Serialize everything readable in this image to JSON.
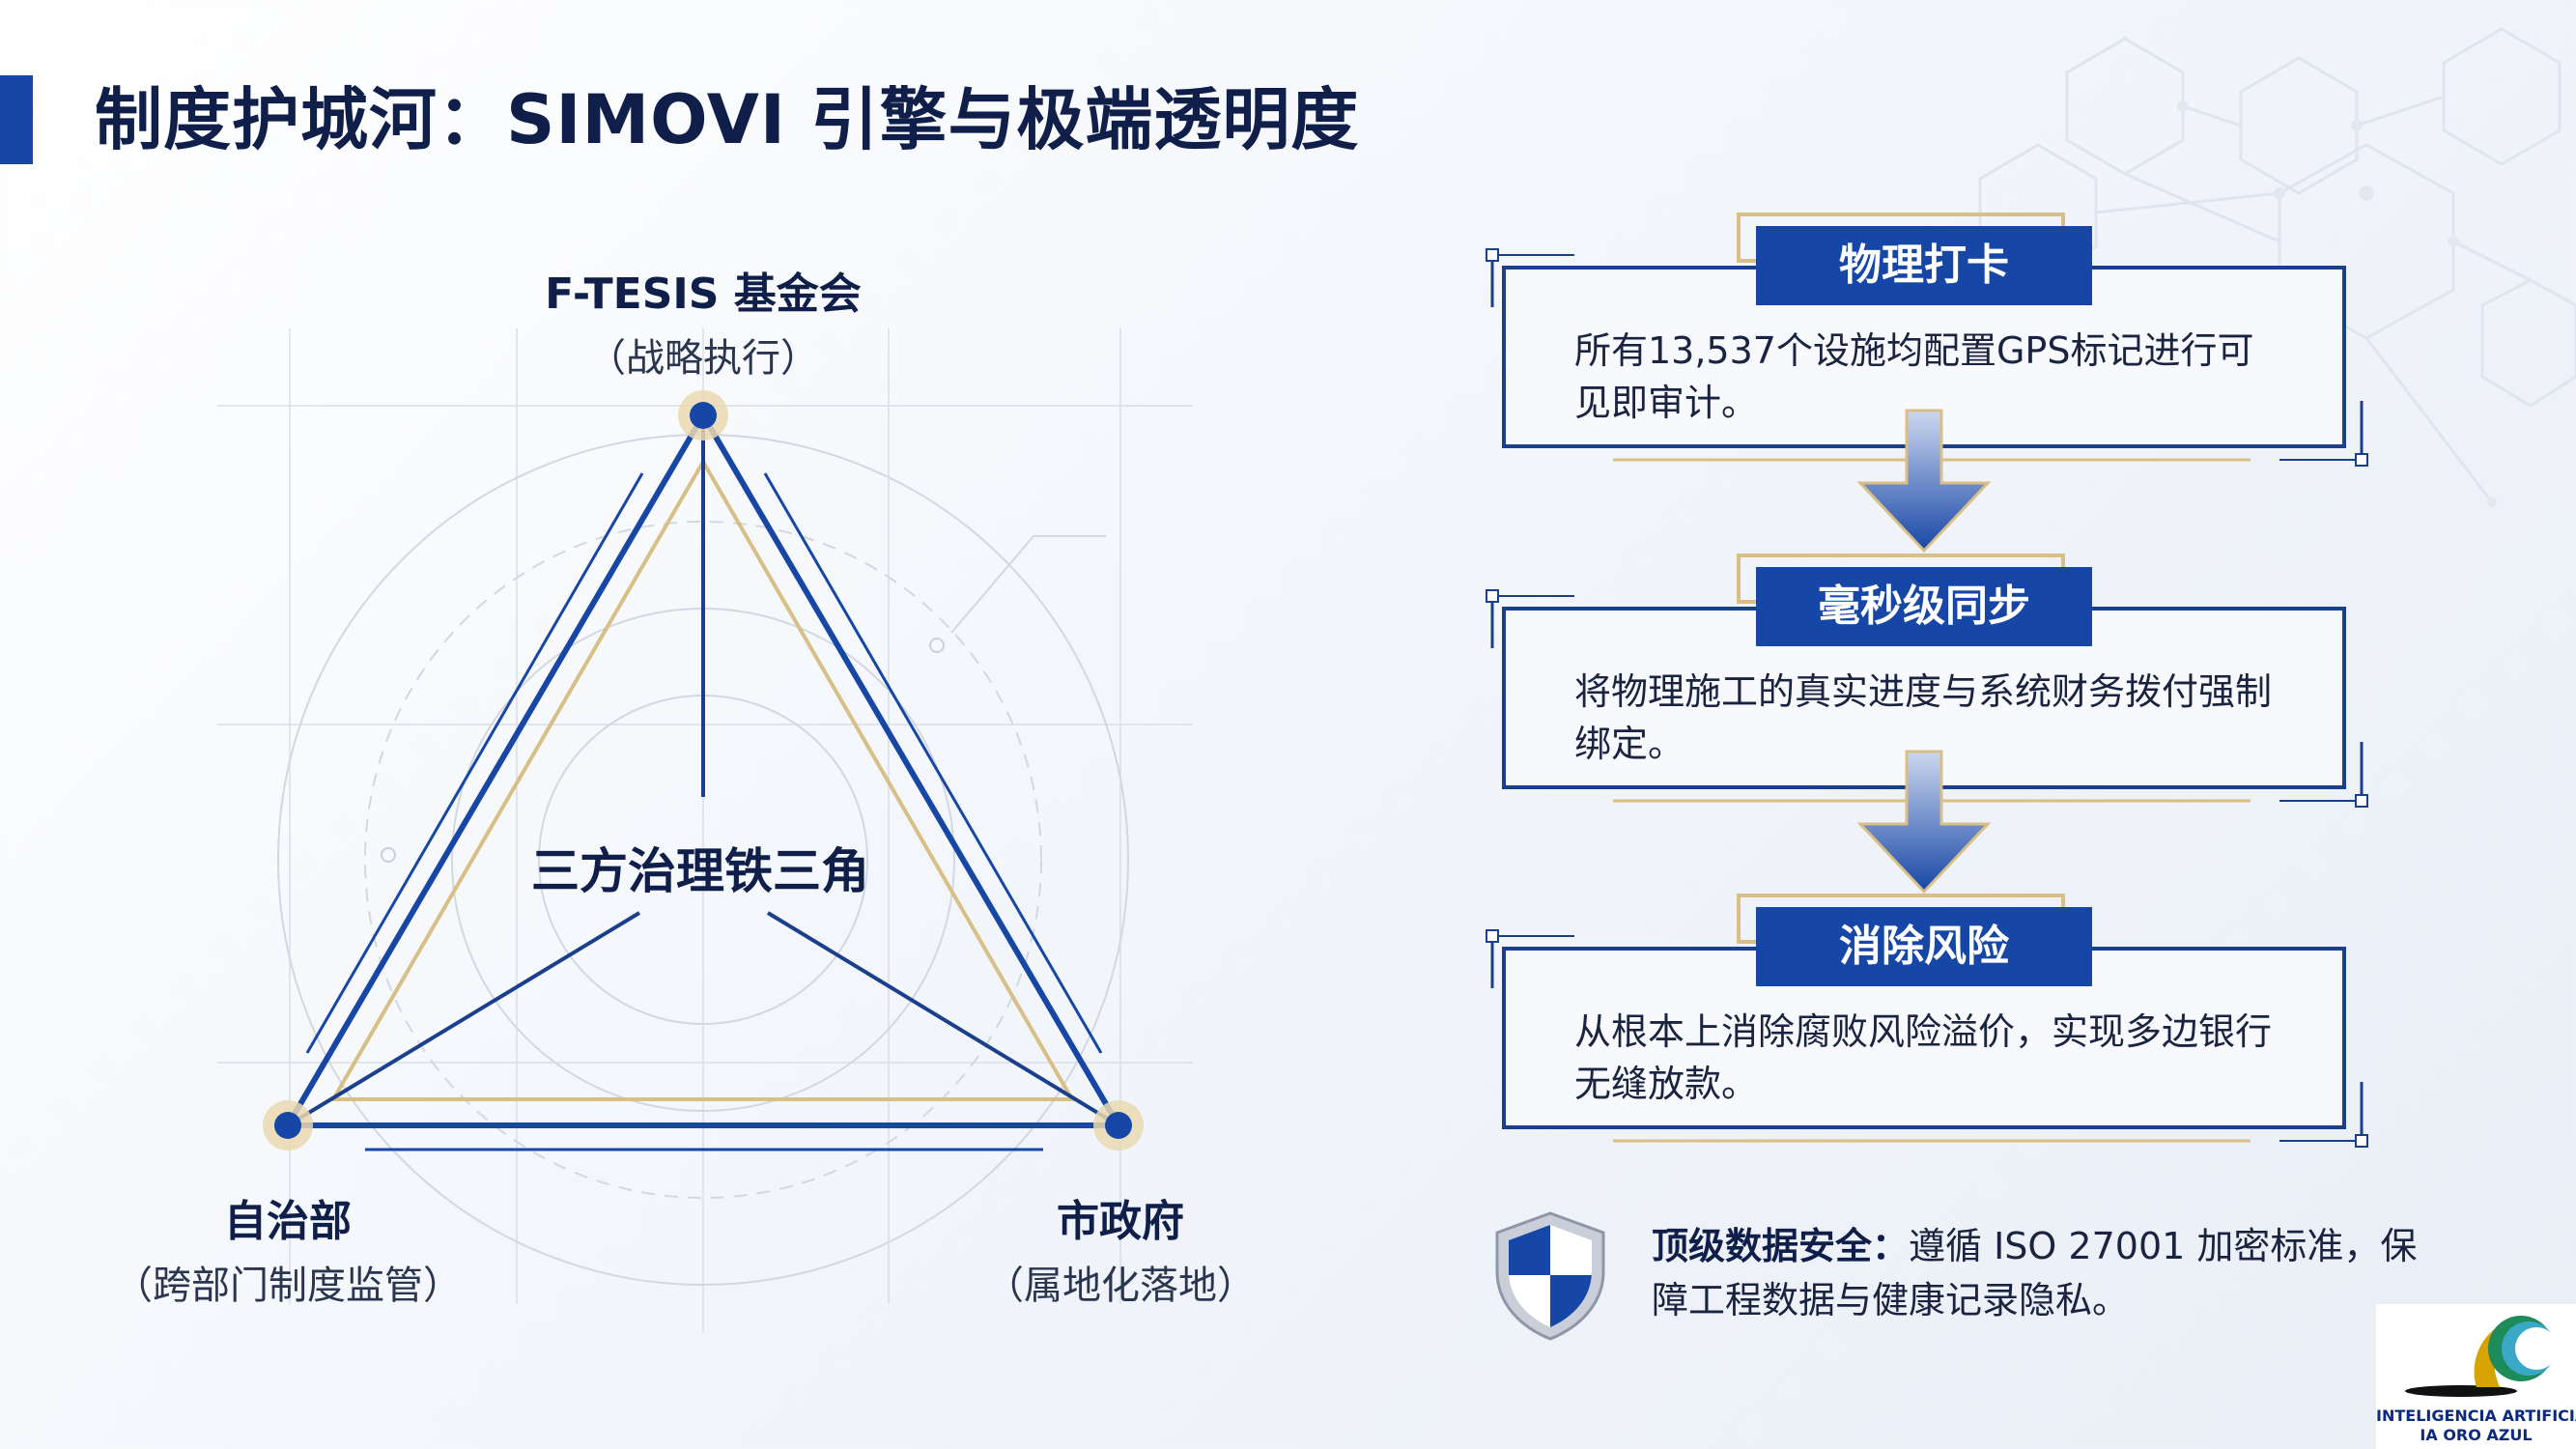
{
  "title": "制度护城河：SIMOVI 引擎与极端透明度",
  "triangle": {
    "center": "三方治理铁三角",
    "top": {
      "name": "F-TESIS 基金会",
      "role": "（战略执行）"
    },
    "left": {
      "name": "自治部",
      "role": "（跨部门制度监管）"
    },
    "right": {
      "name": "市政府",
      "role": "（属地化落地）"
    }
  },
  "steps": [
    {
      "title": "物理打卡",
      "text": "所有13,537个设施均配置GPS标记进行可见即审计。"
    },
    {
      "title": "毫秒级同步",
      "text": "将物理施工的真实进度与系统财务拨付强制绑定。"
    },
    {
      "title": "消除风险",
      "text": "从根本上消除腐败风险溢价，实现多边银行无缝放款。"
    }
  ],
  "security": {
    "label": "顶级数据安全：",
    "text": "遵循 ISO 27001 加密标准，保障工程数据与健康记录隐私。"
  },
  "logo": {
    "line1": "INTELIGENCIA ARTIFICIAL",
    "line2": "IA ORO AZUL"
  },
  "colors": {
    "primary": "#1747a6",
    "gold": "#d8bf86",
    "dark": "#0f1f4a"
  }
}
